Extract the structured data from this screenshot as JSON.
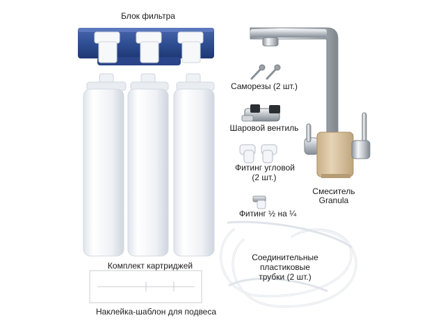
{
  "labels": {
    "filter_block": "Блок фильтра",
    "cartridge_set": "Комплект картриджей",
    "sticker": "Наклейка-шаблон для подвеса",
    "screws": "Саморезы (2 шт.)",
    "ball_valve": "Шаровой вентиль",
    "angle_fitting_line1": "Фитинг угловой",
    "angle_fitting_line2": "(2 шт.)",
    "fitting_half_quarter": "Фитинг ½ на ¼",
    "mixer_line1": "Смеситель",
    "mixer_line2": "Granula",
    "tubes_line1": "Соединительные",
    "tubes_line2": "пластиковые",
    "tubes_line3": "трубки (2 шт.)"
  },
  "colors": {
    "bracket_blue": "#2f4f94",
    "mixer_beige": "#d9c3a1",
    "chrome": "#c8ccd0",
    "cartridge_white": "#f3f5f8"
  }
}
